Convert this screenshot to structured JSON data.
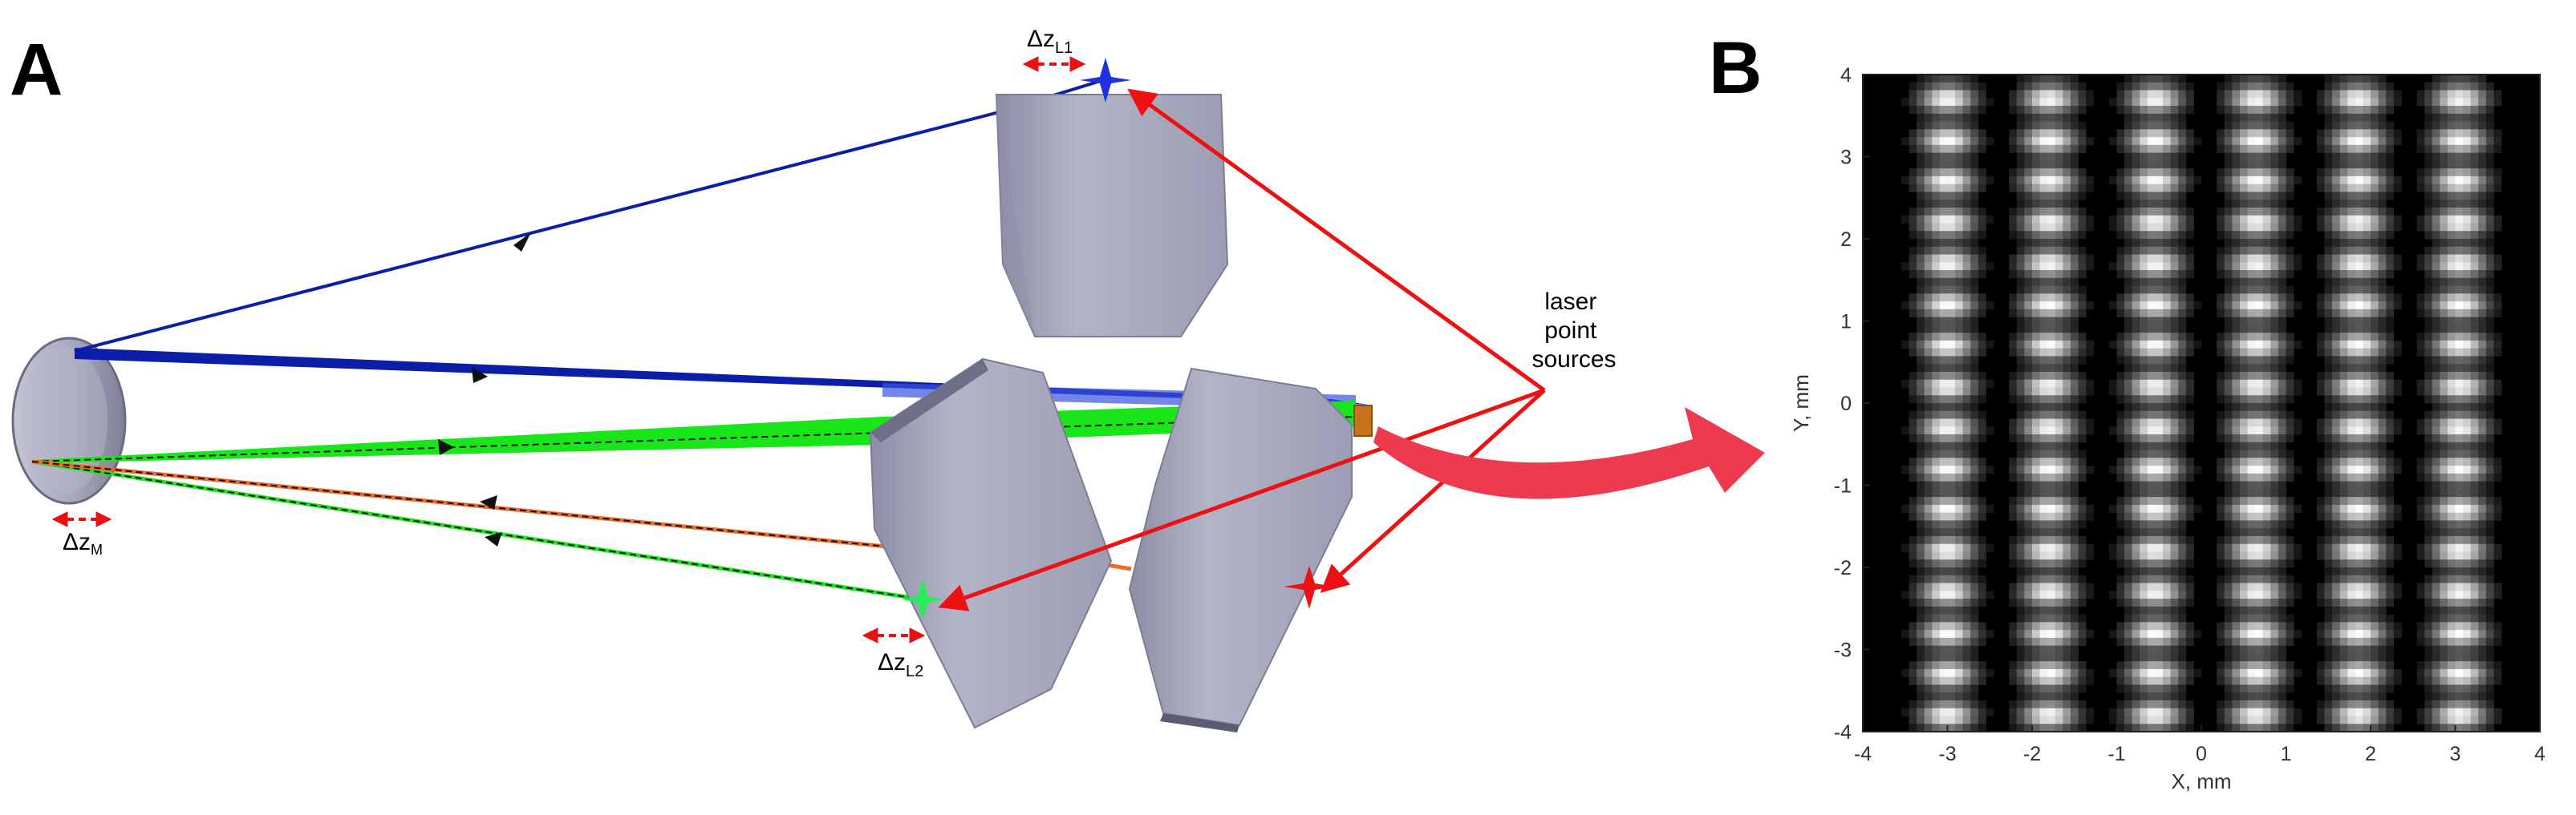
{
  "panel_a": {
    "letter": "A",
    "labels": {
      "dz_l1": "Δz",
      "dz_l1_sub": "L1",
      "dz_m": "Δz",
      "dz_m_sub": "M",
      "dz_l2": "Δz",
      "dz_l2_sub": "L2",
      "laser_lines": [
        "laser",
        "point",
        "sources"
      ]
    },
    "colors": {
      "blue_beam": "#0a1ea8",
      "green_beam": "#19e619",
      "orange_beam": "#f06a2a",
      "red_arrow": "#ee1111",
      "red_dashed": "#e81010",
      "big_arrow": "#ee3a4e",
      "lens": "#a5a6bc",
      "mirror": "#9fa0b6"
    }
  },
  "panel_b": {
    "letter": "B",
    "chart_data": {
      "type": "heatmap",
      "title": "",
      "xlabel": "X, mm",
      "ylabel": "Y, mm",
      "xlim": [
        -4,
        4
      ],
      "ylim": [
        -4,
        4
      ],
      "xticks": [
        "-4",
        "-3",
        "-2",
        "-1",
        "0",
        "1",
        "2",
        "3",
        "4"
      ],
      "yticks": [
        "4",
        "3",
        "2",
        "1",
        "0",
        "-1",
        "-2",
        "-3",
        "-4"
      ],
      "grid": false,
      "colormap": "gray",
      "pattern": {
        "description_units": "mm",
        "bright_column_centers_x": [
          -3.0,
          -1.8,
          -0.55,
          0.65,
          1.85,
          3.05
        ],
        "bright_row_centers_y": [
          3.7,
          3.2,
          2.7,
          2.2,
          1.7,
          1.2,
          0.7,
          0.2,
          -0.3,
          -0.8,
          -1.3,
          -1.8,
          -2.3,
          -2.8,
          -3.3,
          -3.8
        ]
      }
    }
  }
}
